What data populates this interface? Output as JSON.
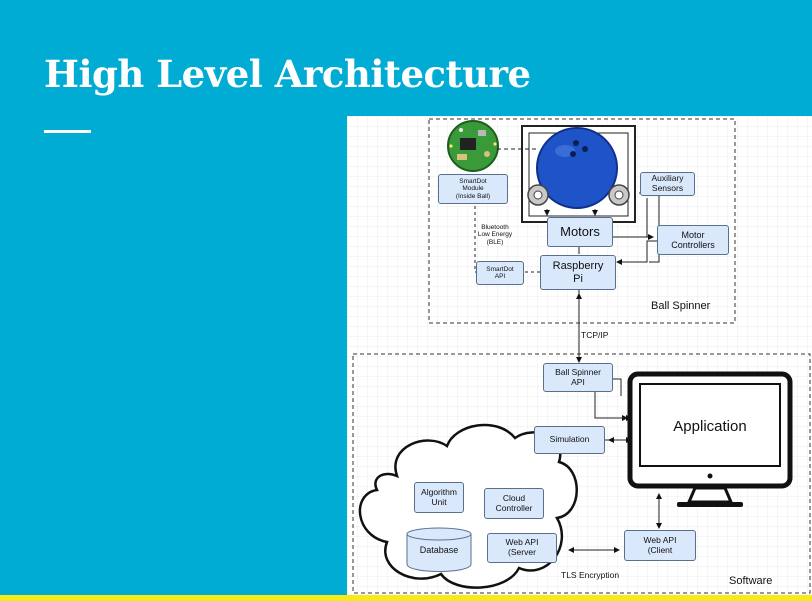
{
  "slide": {
    "title": "High Level Architecture"
  },
  "diagram": {
    "groups": {
      "ball_spinner": "Ball Spinner",
      "software": "Software"
    },
    "nodes": {
      "smartdot_module": "SmartDot\nModule\n(Inside Ball)",
      "auxiliary_sensors": "Auxiliary\nSensors",
      "motors": "Motors",
      "motor_controllers": "Motor\nControllers",
      "smartdot_api": "SmartDot\nAPI",
      "raspberry_pi": "Raspberry\nPi",
      "ball_spinner_api": "Ball Spinner\nAPI",
      "simulation": "Simulation",
      "application": "Application",
      "algorithm_unit": "Algorithm\nUnit",
      "cloud_controller": "Cloud\nController",
      "database": "Database",
      "web_api_server": "Web API\n(Server",
      "web_api_client": "Web API\n(Client"
    },
    "edge_labels": {
      "ble": "Bluetooth\nLow Energy\n(BLE)",
      "tcpip": "TCP/IP",
      "tls": "TLS Encryption"
    },
    "icons": [
      "smartdot-circuit-board-icon",
      "bowling-ball-icon",
      "monitor-icon",
      "cloud-shape"
    ]
  }
}
